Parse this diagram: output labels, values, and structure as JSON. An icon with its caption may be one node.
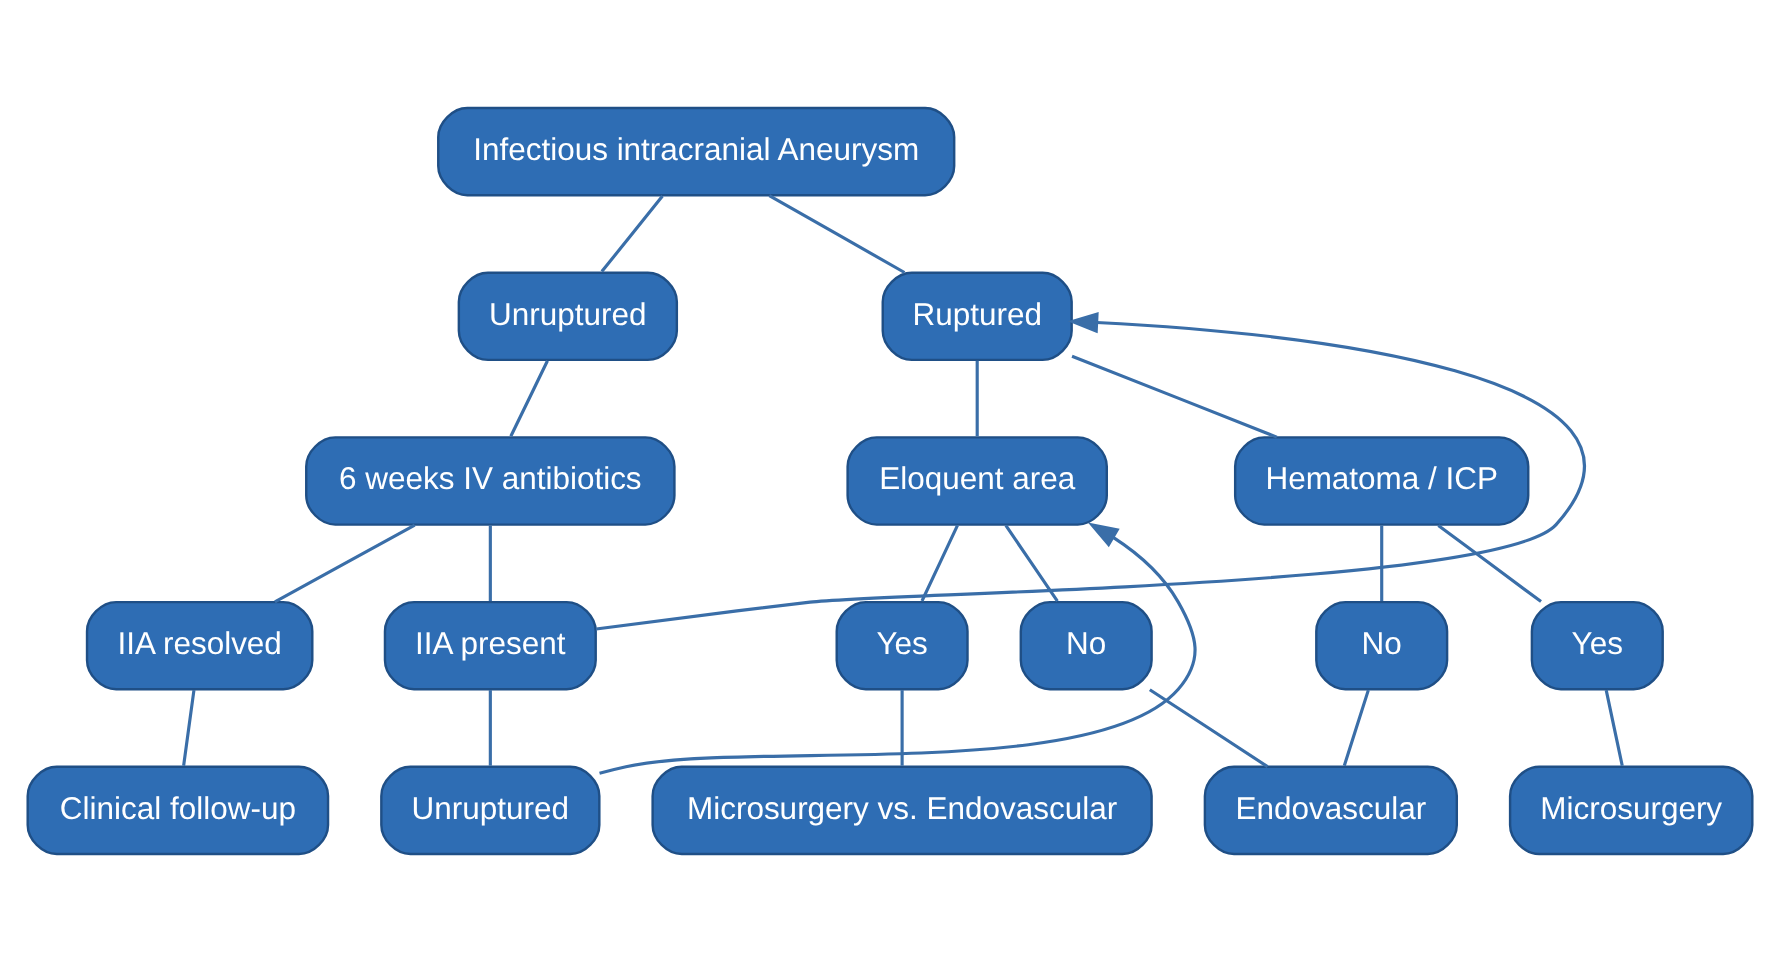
{
  "diagram": {
    "nodes": [
      {
        "text": [
          "Infectious intracranial Aneurysm"
        ]
      },
      {
        "text": [
          "Unruptured"
        ]
      },
      {
        "text": [
          "Ruptured"
        ]
      },
      {
        "text": [
          "6 weeks IV antibiotics"
        ]
      },
      {
        "text": [
          "Eloquent area"
        ]
      },
      {
        "text": [
          "Hematoma / ICP"
        ]
      },
      {
        "text": [
          "IIA resolved"
        ]
      },
      {
        "text": [
          "IIA present"
        ]
      },
      {
        "text": [
          "Yes"
        ]
      },
      {
        "text": [
          "No"
        ]
      },
      {
        "text": [
          "No"
        ]
      },
      {
        "text": [
          "Yes"
        ]
      },
      {
        "text": [
          "Clinical follow-up"
        ]
      },
      {
        "text": [
          "Unruptured"
        ]
      },
      {
        "text": [
          "Microsurgery vs. Endovascular"
        ]
      },
      {
        "text": [
          "Endovascular"
        ]
      },
      {
        "text": [
          "Microsurgery"
        ]
      }
    ],
    "edges": [
      {
        "from": 0,
        "to": 1,
        "arrow": "none"
      },
      {
        "from": 0,
        "to": 2,
        "arrow": "none"
      },
      {
        "from": 1,
        "to": 3,
        "arrow": "none"
      },
      {
        "from": 3,
        "to": 6,
        "arrow": "none"
      },
      {
        "from": 3,
        "to": 7,
        "arrow": "none"
      },
      {
        "from": 7,
        "to": 2,
        "arrow": "to"
      },
      {
        "from": 2,
        "to": 4,
        "arrow": "none"
      },
      {
        "from": 2,
        "to": 5,
        "arrow": "none"
      },
      {
        "from": 6,
        "to": 12,
        "arrow": "none"
      },
      {
        "from": 7,
        "to": 13,
        "arrow": "none"
      },
      {
        "from": 13,
        "to": 4,
        "arrow": "to"
      },
      {
        "from": 4,
        "to": 8,
        "arrow": "none"
      },
      {
        "from": 4,
        "to": 9,
        "arrow": "none"
      },
      {
        "from": 5,
        "to": 10,
        "arrow": "none"
      },
      {
        "from": 5,
        "to": 11,
        "arrow": "none"
      },
      {
        "from": 8,
        "to": 14,
        "arrow": "none"
      },
      {
        "from": 9,
        "to": 15,
        "arrow": "none"
      },
      {
        "from": 10,
        "to": 15,
        "arrow": "none"
      },
      {
        "from": 11,
        "to": 16,
        "arrow": "none"
      }
    ]
  }
}
